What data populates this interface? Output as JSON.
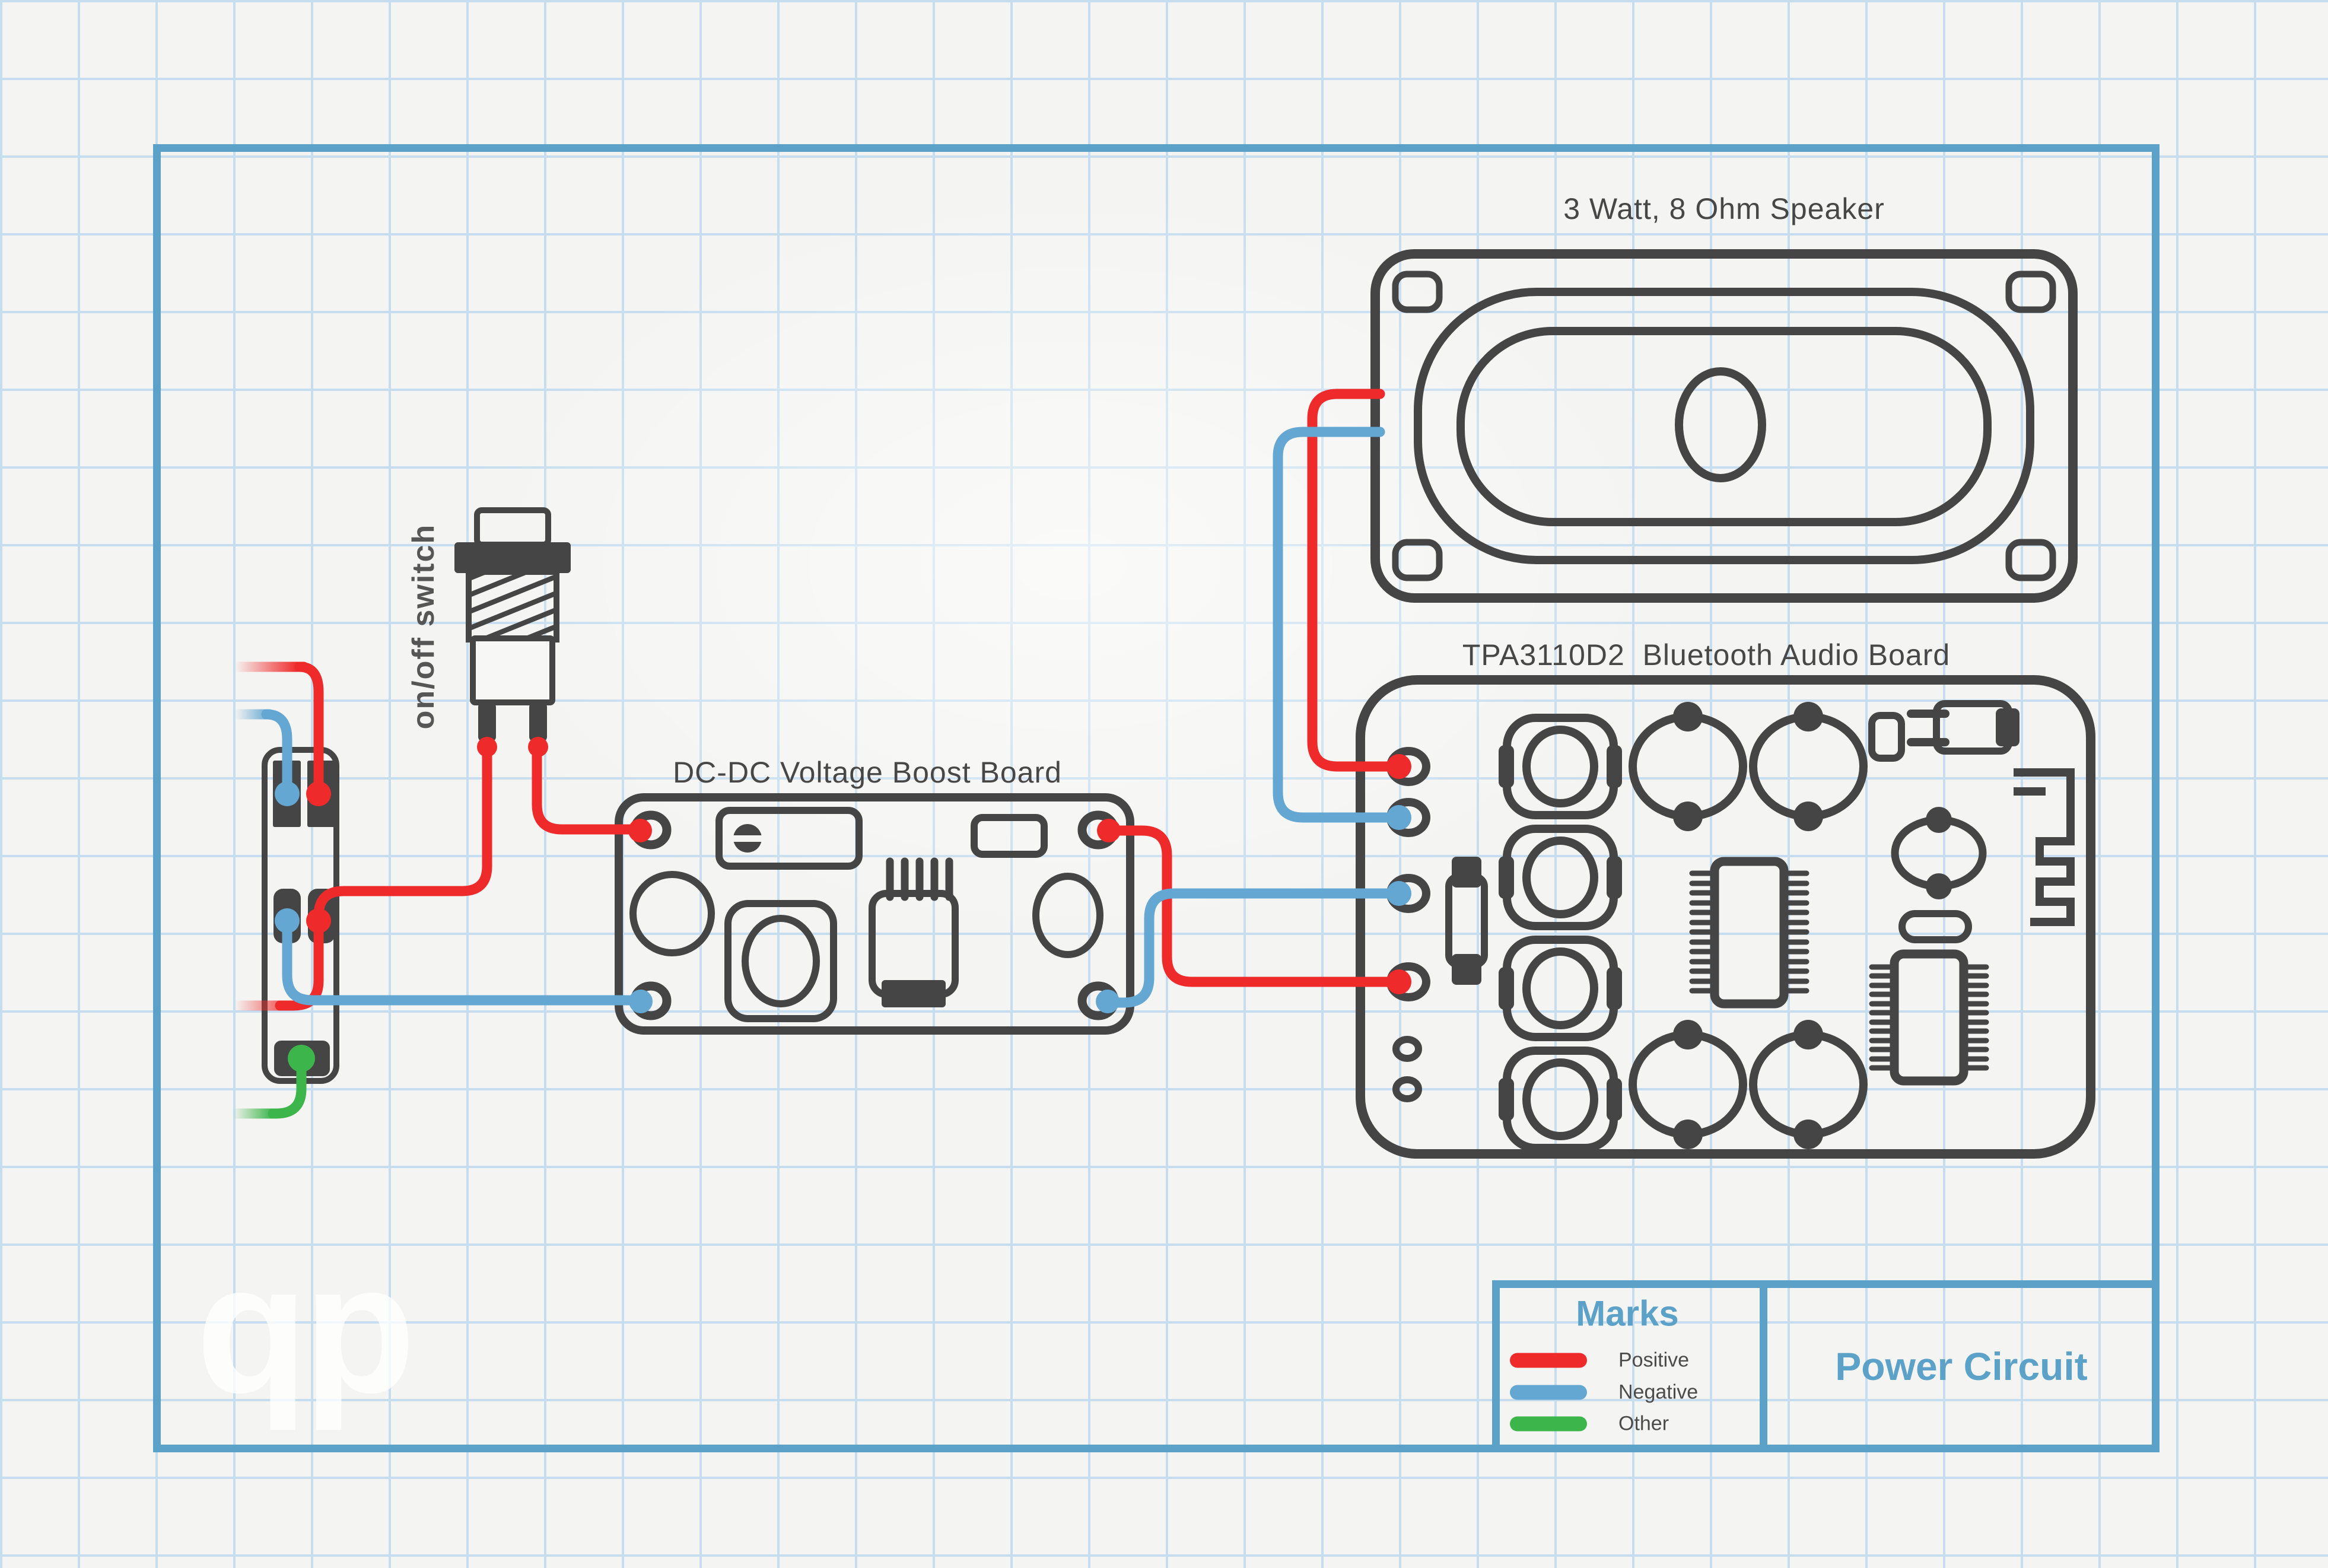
{
  "titles": {
    "speaker": "3 Watt, 8 Ohm Speaker",
    "bluetooth_board": "TPA3110D2  Bluetooth Audio Board",
    "boost_board": "DC-DC Voltage Boost Board",
    "switch": "on/off switch"
  },
  "legend": {
    "title": "Marks",
    "rows": [
      {
        "label": "Positive",
        "color": "#ee2a2a"
      },
      {
        "label": "Negative",
        "color": "#64a7d2"
      },
      {
        "label": "Other",
        "color": "#3cb54a"
      }
    ]
  },
  "project": {
    "title": "Power Circuit"
  },
  "watermark": "qp",
  "colors": {
    "frame": "#5ba1c8",
    "component": "#454545",
    "positive": "#ee2a2a",
    "negative": "#64a7d2",
    "other": "#3cb54a",
    "paper": "#f4f4f2",
    "grid": "#c6ddef"
  }
}
